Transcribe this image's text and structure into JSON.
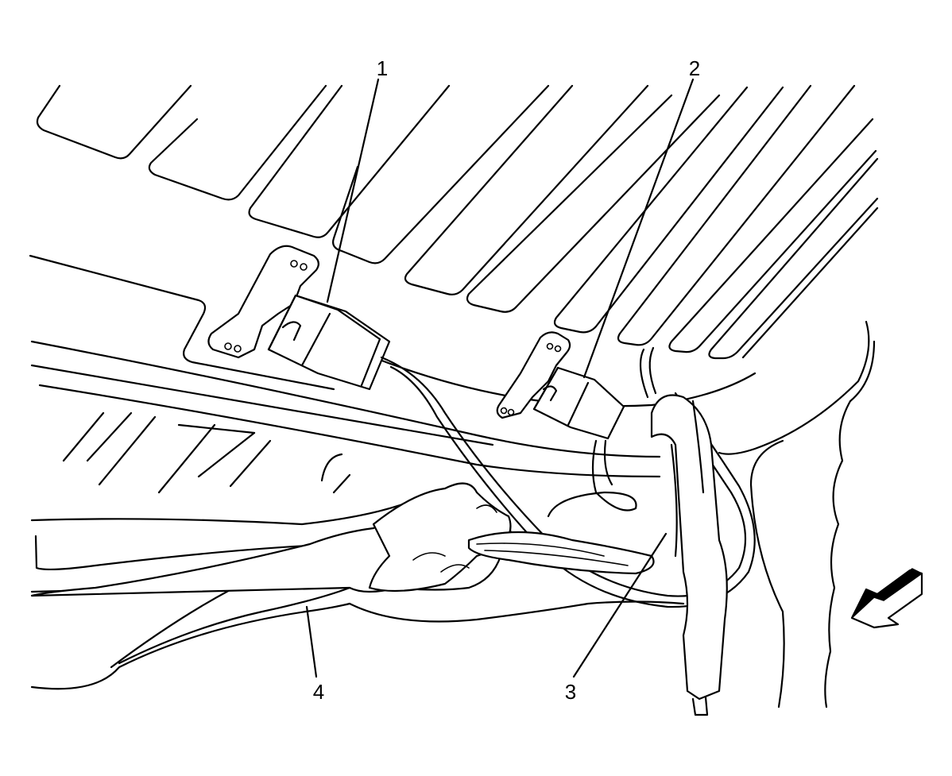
{
  "callouts": [
    {
      "id": "1",
      "label": "1"
    },
    {
      "id": "2",
      "label": "2"
    },
    {
      "id": "3",
      "label": "3"
    },
    {
      "id": "4",
      "label": "4"
    }
  ],
  "colors": {
    "line": "#000000",
    "background": "#ffffff"
  },
  "icons": {
    "direction_arrow": "left-down-arrow-icon"
  }
}
